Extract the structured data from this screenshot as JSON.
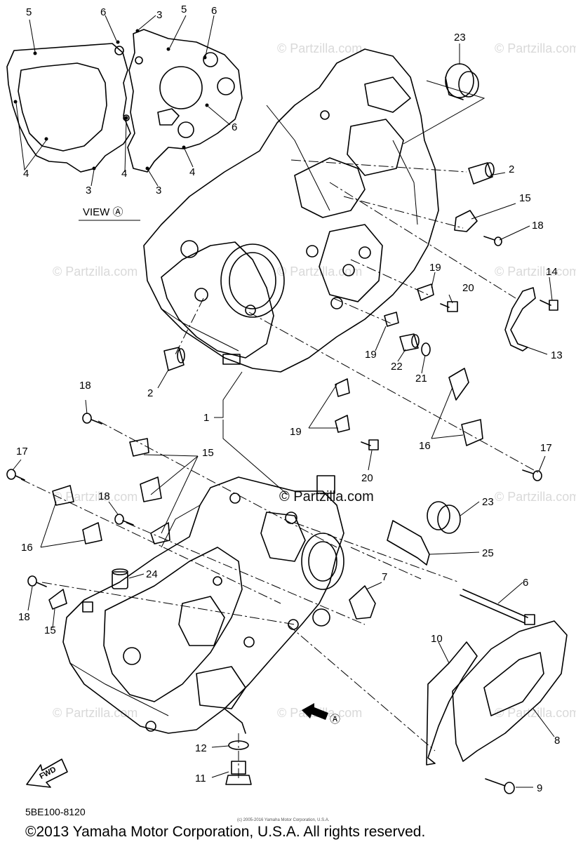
{
  "watermark": "© Partzilla.com",
  "center_watermark": "© Partzilla.com",
  "view_label": "VIEW Ⓐ",
  "arrow_label": "Ⓐ",
  "fwd_label": "FWD",
  "diagram_code": "5BE100-8120",
  "small_notice": "(c) 2005-2016 Yamaha Motor Corporation, U.S.A.",
  "copyright": "©2013 Yamaha Motor Corporation, U.S.A. All rights reserved.",
  "callouts": [
    "1",
    "2",
    "3",
    "4",
    "5",
    "6",
    "7",
    "8",
    "9",
    "10",
    "11",
    "12",
    "13",
    "14",
    "15",
    "16",
    "17",
    "18",
    "19",
    "20",
    "21",
    "22",
    "23",
    "24",
    "25"
  ]
}
